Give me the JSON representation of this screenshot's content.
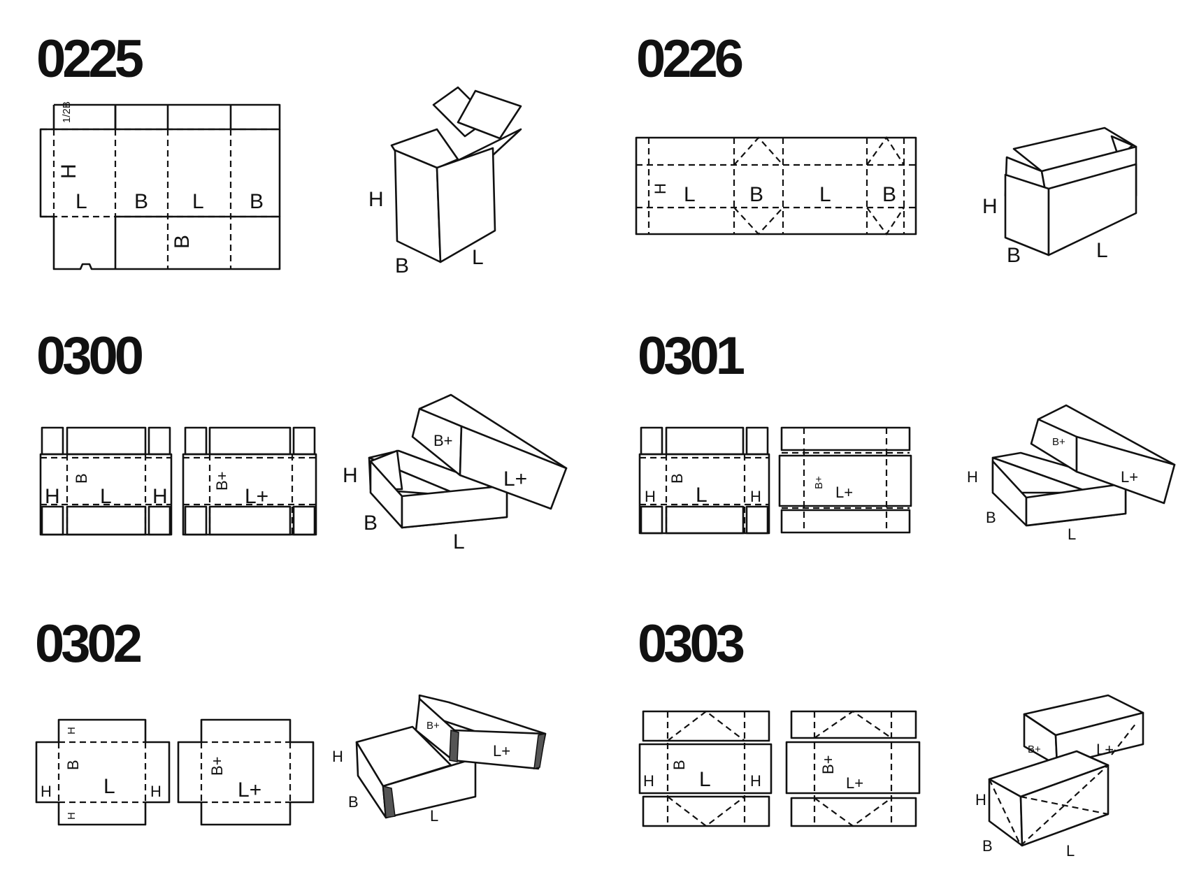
{
  "boxes": [
    {
      "code": "0225",
      "labels": {
        "h": "H",
        "l": "L",
        "b": "B",
        "half": "1/2B"
      }
    },
    {
      "code": "0226",
      "labels": {
        "h": "H",
        "l": "L",
        "b": "B"
      }
    },
    {
      "code": "0300",
      "labels": {
        "h": "H",
        "l": "L",
        "b": "B",
        "lp": "L+",
        "bp": "B+"
      }
    },
    {
      "code": "0301",
      "labels": {
        "h": "H",
        "l": "L",
        "b": "B",
        "lp": "L+",
        "bp": "B+"
      }
    },
    {
      "code": "0302",
      "labels": {
        "h": "H",
        "l": "L",
        "b": "B",
        "lp": "L+",
        "bp": "B+"
      }
    },
    {
      "code": "0303",
      "labels": {
        "h": "H",
        "l": "L",
        "b": "B",
        "lp": "L+",
        "bp": "B+"
      }
    }
  ]
}
